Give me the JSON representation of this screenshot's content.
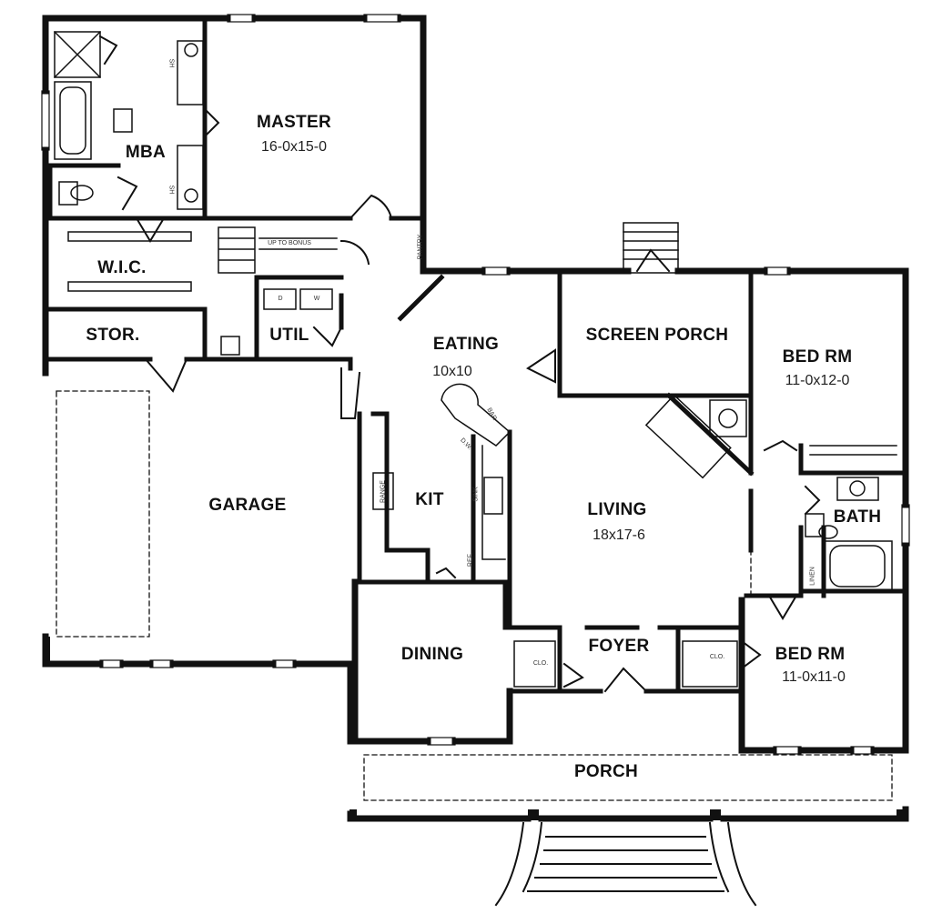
{
  "rooms": {
    "master": {
      "name": "MASTER",
      "size": "16-0x15-0"
    },
    "mba": {
      "name": "MBA"
    },
    "wic": {
      "name": "W.I.C."
    },
    "stor": {
      "name": "STOR."
    },
    "util": {
      "name": "UTIL"
    },
    "garage": {
      "name": "GARAGE"
    },
    "eating": {
      "name": "EATING",
      "size": "10x10"
    },
    "screen_porch": {
      "name": "SCREEN PORCH"
    },
    "bed_rm_1": {
      "name": "BED RM",
      "size": "11-0x12-0"
    },
    "kit": {
      "name": "KIT"
    },
    "living": {
      "name": "LIVING",
      "size": "18x17-6"
    },
    "bath": {
      "name": "BATH"
    },
    "dining": {
      "name": "DINING"
    },
    "foyer": {
      "name": "FOYER"
    },
    "bed_rm_2": {
      "name": "BED RM",
      "size": "11-0x11-0"
    },
    "porch": {
      "name": "PORCH"
    }
  },
  "fixtures": {
    "pantry": "PANTRY",
    "up_to_bonus": "UP TO BONUS",
    "range": "RANGE",
    "bar": "BAR",
    "dw": "D.W.",
    "sink": "SINK",
    "ref": "REF.",
    "clo_1": "CLO.",
    "clo_2": "CLO.",
    "dryer": "D",
    "washer": "W",
    "linen": "LINEN",
    "sh_1": "SH",
    "sh_2": "SH"
  }
}
